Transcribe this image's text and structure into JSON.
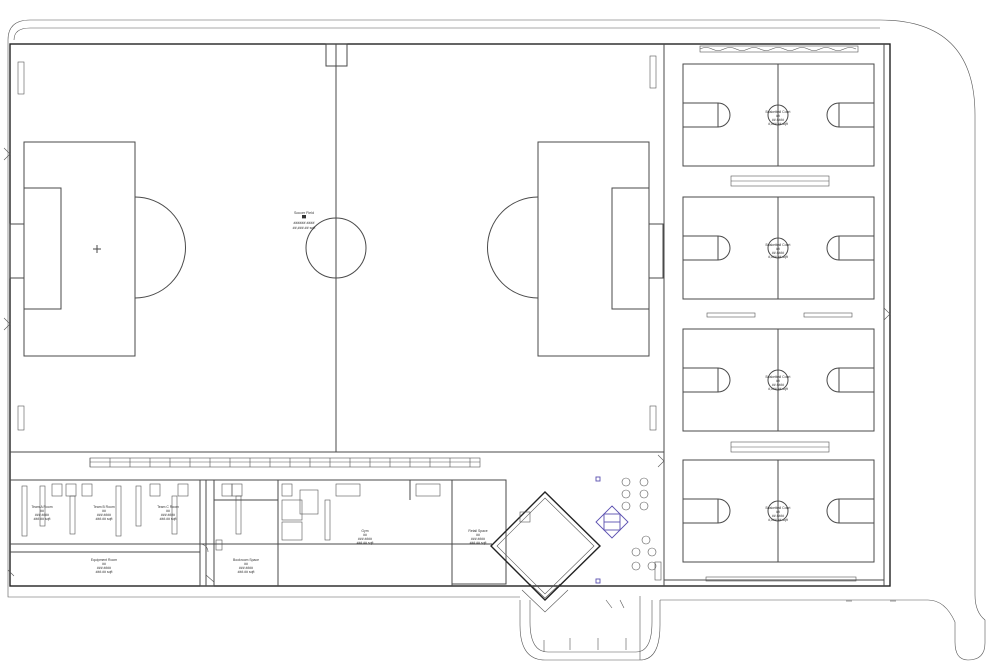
{
  "soccer_field": {
    "name": "Soccer Field",
    "line2": "##",
    "line3": "###### ####",
    "line4": "##,###.## sqft"
  },
  "basketball_courts": [
    {
      "name": "Basketball Court",
      "line2": "##",
      "line3": "## ####",
      "line4": "#,###.## sqft"
    },
    {
      "name": "Basketball Court",
      "line2": "##",
      "line3": "## ####",
      "line4": "#,###.## sqft"
    },
    {
      "name": "Basketball Court",
      "line2": "##",
      "line3": "## ####",
      "line4": "#,###.## sqft"
    },
    {
      "name": "Basketball Court",
      "line2": "##",
      "line3": "## ####",
      "line4": "#,###.## sqft"
    }
  ],
  "rooms": {
    "team_a": {
      "name": "Team A Room",
      "line2": "##",
      "line3": "### ####",
      "line4": "###.## sqft"
    },
    "team_b": {
      "name": "Team B Room",
      "line2": "##",
      "line3": "### ####",
      "line4": "###.## sqft"
    },
    "team_c": {
      "name": "Team C Room",
      "line2": "##",
      "line3": "### ####",
      "line4": "###.## sqft"
    },
    "equipment": {
      "name": "Equipment Room",
      "line2": "##",
      "line3": "### ####",
      "line4": "###.## sqft"
    },
    "bookroom": {
      "name": "Bookroom Space",
      "line2": "##",
      "line3": "### ####",
      "line4": "###.## sqft"
    },
    "gym": {
      "name": "Gym",
      "line2": "##",
      "line3": "### ####",
      "line4": "###.## sqft"
    },
    "retail": {
      "name": "Retail Space",
      "line2": "##",
      "line3": "### ####",
      "line4": "###.## sqft"
    }
  }
}
